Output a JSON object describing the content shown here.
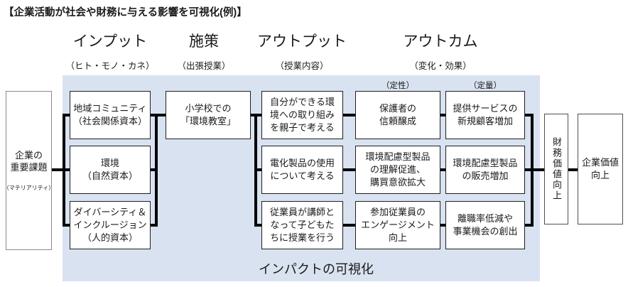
{
  "title": "【企業活動が社会や財務に与える影響を可視化(例)】",
  "columns": [
    {
      "label": "インプット",
      "sublabel": "（ヒト・モノ・カネ）"
    },
    {
      "label": "施策",
      "sublabel": "（出張授業）"
    },
    {
      "label": "アウトプット",
      "sublabel": "（授業内容）"
    },
    {
      "label": "アウトカム",
      "sublabel": "（変化・効果）"
    }
  ],
  "outcome_types": {
    "qualitative": "（定性）",
    "quantitative": "（定量）"
  },
  "materiality": {
    "title": "企業の\n重要課題",
    "note": "（マテリアリティ）"
  },
  "inputs": [
    "地域コミュニティ\n（社会関係資本）",
    "環境\n（自然資本）",
    "ダイバーシティ＆\nインクルージョン\n（人的資本）"
  ],
  "measure": "小学校での\n「環境教室」",
  "outputs": [
    "自分ができる環\n境への取り組み\nを親子で考える",
    "電化製品の使用\nについて考える",
    "従業員が講師と\nなって子どもた\nちに授業を行う"
  ],
  "outcomes_qualitative": [
    "保護者の\n信頼醸成",
    "環境配慮型製品\nの理解促進、\n購買意欲拡大",
    "参加従業員の\nエンゲージメント\n向上"
  ],
  "outcomes_quantitative": [
    "提供サービスの\n新規顧客増加",
    "環境配慮型製品\nの販売増加",
    "離職率低減や\n事業機会の創出"
  ],
  "financial_value": "財務価値向上",
  "corporate_value": "企業価値\n向上",
  "impact_caption": "インパクトの可視化",
  "colors": {
    "band": "#d9e2f0",
    "box_border": "#1f1f1f",
    "outer_box_border": "#8a8a8a",
    "value_box_border": "#4f4f4f",
    "connector": "#000000",
    "text": "#1a1a1a"
  }
}
